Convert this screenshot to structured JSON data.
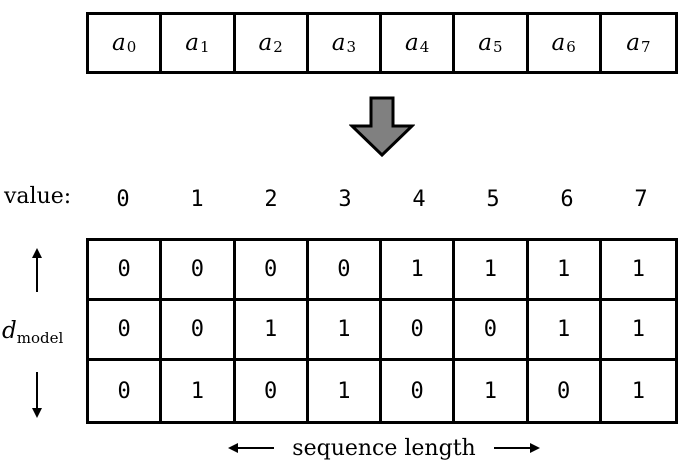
{
  "tokens": [
    {
      "symbol": "a",
      "index": "0"
    },
    {
      "symbol": "a",
      "index": "1"
    },
    {
      "symbol": "a",
      "index": "2"
    },
    {
      "symbol": "a",
      "index": "3"
    },
    {
      "symbol": "a",
      "index": "4"
    },
    {
      "symbol": "a",
      "index": "5"
    },
    {
      "symbol": "a",
      "index": "6"
    },
    {
      "symbol": "a",
      "index": "7"
    }
  ],
  "value_label": "value:",
  "values": [
    "0",
    "1",
    "2",
    "3",
    "4",
    "5",
    "6",
    "7"
  ],
  "bits": [
    [
      "0",
      "0",
      "0",
      "0",
      "1",
      "1",
      "1",
      "1"
    ],
    [
      "0",
      "0",
      "1",
      "1",
      "0",
      "0",
      "1",
      "1"
    ],
    [
      "0",
      "1",
      "0",
      "1",
      "0",
      "1",
      "0",
      "1"
    ]
  ],
  "dmodel": {
    "symbol": "d",
    "subscript": "model"
  },
  "sequence_label": "sequence length",
  "colors": {
    "arrow_fill": "#808080",
    "border": "#000000",
    "background": "#ffffff"
  },
  "icons": {
    "transform_arrow": "down-block-arrow-icon",
    "up_arrow": "arrow-up-icon",
    "down_arrow": "arrow-down-icon",
    "left_arrow": "arrow-left-icon",
    "right_arrow": "arrow-right-icon"
  }
}
